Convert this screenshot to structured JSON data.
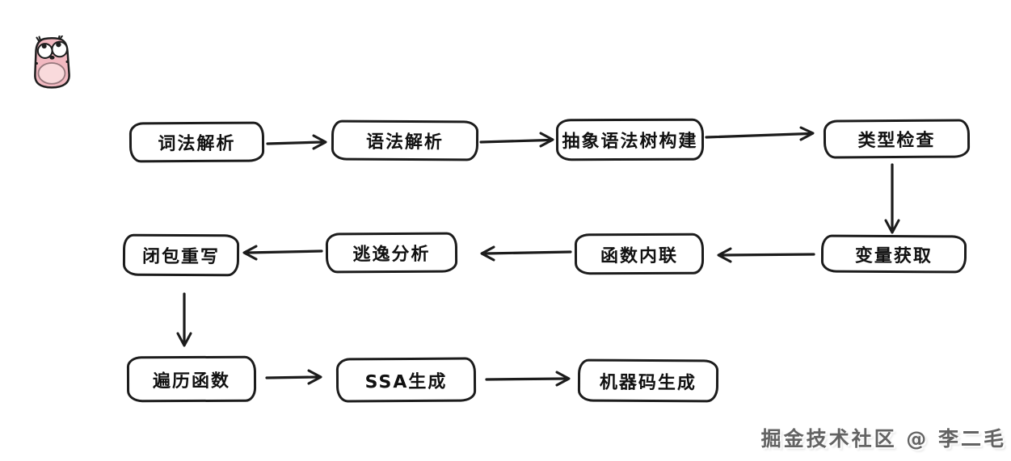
{
  "page": {
    "background_color": "#ffffff",
    "watermark": "掘金技术社区 @ 李二毛"
  },
  "mascot": {
    "icon": "go-gopher-icon",
    "body_color": "#f2b9c1",
    "belly_color": "#f9dadc",
    "outline_color": "#1f1f1f"
  },
  "flowchart": {
    "type": "flowchart",
    "stroke_color": "#1c1c1c",
    "node_fill": "#ffffff",
    "nodes": [
      {
        "id": "lexical-analysis",
        "label": "词法解析"
      },
      {
        "id": "syntax-analysis",
        "label": "语法解析"
      },
      {
        "id": "ast-construction",
        "label": "抽象语法树构建"
      },
      {
        "id": "type-check",
        "label": "类型检查"
      },
      {
        "id": "variable-capture",
        "label": "变量获取"
      },
      {
        "id": "function-inlining",
        "label": "函数内联"
      },
      {
        "id": "escape-analysis",
        "label": "逃逸分析"
      },
      {
        "id": "closure-rewriting",
        "label": "闭包重写"
      },
      {
        "id": "walk-functions",
        "label": "遍历函数"
      },
      {
        "id": "ssa-generation",
        "label": "SSA生成"
      },
      {
        "id": "machine-code-generation",
        "label": "机器码生成"
      }
    ],
    "edges": [
      {
        "from": "lexical-analysis",
        "to": "syntax-analysis"
      },
      {
        "from": "syntax-analysis",
        "to": "ast-construction"
      },
      {
        "from": "ast-construction",
        "to": "type-check"
      },
      {
        "from": "type-check",
        "to": "variable-capture"
      },
      {
        "from": "variable-capture",
        "to": "function-inlining"
      },
      {
        "from": "function-inlining",
        "to": "escape-analysis"
      },
      {
        "from": "escape-analysis",
        "to": "closure-rewriting"
      },
      {
        "from": "closure-rewriting",
        "to": "walk-functions"
      },
      {
        "from": "walk-functions",
        "to": "ssa-generation"
      },
      {
        "from": "ssa-generation",
        "to": "machine-code-generation"
      }
    ]
  }
}
